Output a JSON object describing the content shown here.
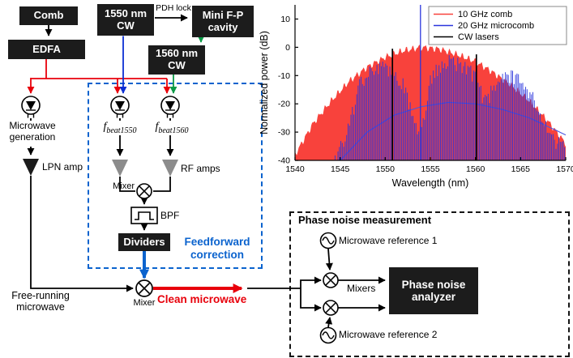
{
  "diagram": {
    "comb": "Comb",
    "edfa": "EDFA",
    "cw1550": "1550 nm CW",
    "pdh_lock": "PDH lock",
    "cavity": "Mini F-P cavity",
    "cw1560": "1560 nm CW",
    "microwave_generation": "Microwave generation",
    "lpn_amp": "LPN amp",
    "f_italic": "f",
    "fbeat1550_sub": "beat1550",
    "fbeat1560_sub": "beat1560",
    "mixer_label_1": "Mixer",
    "rf_amps": "RF amps",
    "bpf": "BPF",
    "dividers": "Dividers",
    "feedforward": "Feedforward correction",
    "free_running": "Free-running microwave",
    "mixer_label_2": "Mixer",
    "clean_microwave": "Clean microwave",
    "pnm_title": "Phase noise measurement",
    "ref1": "Microwave reference 1",
    "ref2": "Microwave reference 2",
    "mixers_label": "Mixers",
    "analyzer": "Phase noise analyzer",
    "colors": {
      "red": "#e8000b",
      "blue": "#0b63ce",
      "green": "#0a9a46",
      "black": "#000000"
    }
  },
  "chart_data": {
    "type": "line",
    "title": "",
    "xlabel": "Wavelength (nm)",
    "ylabel": "Normalized power (dB)",
    "xlim": [
      1540,
      1570
    ],
    "ylim": [
      -40,
      15
    ],
    "xticks": [
      1540,
      1545,
      1550,
      1555,
      1560,
      1565,
      1570
    ],
    "yticks": [
      10,
      0,
      -10,
      -20,
      -30,
      -40
    ],
    "grid": false,
    "legend_position": "top-right",
    "series": [
      {
        "name": "10 GHz comb",
        "color": "#f8423c",
        "type": "comb-envelope-fill",
        "envelope": [
          [
            1540,
            -38
          ],
          [
            1542,
            -27
          ],
          [
            1544,
            -19
          ],
          [
            1546,
            -12
          ],
          [
            1548,
            -7
          ],
          [
            1550,
            -3.5
          ],
          [
            1552,
            -1.2
          ],
          [
            1554,
            0
          ],
          [
            1556,
            -0.6
          ],
          [
            1558,
            -2.6
          ],
          [
            1560,
            -5
          ],
          [
            1562,
            -9
          ],
          [
            1564,
            -13.5
          ],
          [
            1566,
            -19
          ],
          [
            1568,
            -26
          ],
          [
            1570,
            -34
          ]
        ]
      },
      {
        "name": "20 GHz microcomb",
        "color": "#2a35dd",
        "type": "comb-lines",
        "line_spacing_nm": 0.16,
        "envelope": [
          [
            1543.8,
            -40
          ],
          [
            1545,
            -33
          ],
          [
            1546,
            -26
          ],
          [
            1547,
            -12
          ],
          [
            1548,
            -6
          ],
          [
            1549,
            -4
          ],
          [
            1550,
            -4
          ],
          [
            1551,
            -6.5
          ],
          [
            1552,
            -11
          ],
          [
            1553,
            -22
          ],
          [
            1553.6,
            -26
          ],
          [
            1554.4,
            -24
          ],
          [
            1555,
            -9
          ],
          [
            1556,
            -4.5
          ],
          [
            1557,
            -2.5
          ],
          [
            1558,
            -3.5
          ],
          [
            1559,
            -5.5
          ],
          [
            1560,
            -7.5
          ],
          [
            1561,
            -17
          ],
          [
            1562,
            -12
          ],
          [
            1563,
            -8.5
          ],
          [
            1564,
            -8
          ],
          [
            1565,
            -9.5
          ],
          [
            1566,
            -13
          ],
          [
            1567,
            -20
          ],
          [
            1568,
            -26
          ],
          [
            1569,
            -31
          ],
          [
            1570,
            -34
          ]
        ],
        "spike": {
          "x": 1553.9,
          "y": 15
        },
        "arch": [
          [
            1545,
            -40
          ],
          [
            1548,
            -30
          ],
          [
            1551,
            -24
          ],
          [
            1554,
            -21
          ],
          [
            1557,
            -19.5
          ],
          [
            1560,
            -20
          ],
          [
            1563,
            -22
          ],
          [
            1566,
            -25
          ],
          [
            1570,
            -31
          ]
        ]
      },
      {
        "name": "CW lasers",
        "color": "#000000",
        "type": "vlines",
        "x": [
          1550.8,
          1560.1
        ],
        "y": [
          -0.5,
          -2.5
        ]
      }
    ]
  }
}
